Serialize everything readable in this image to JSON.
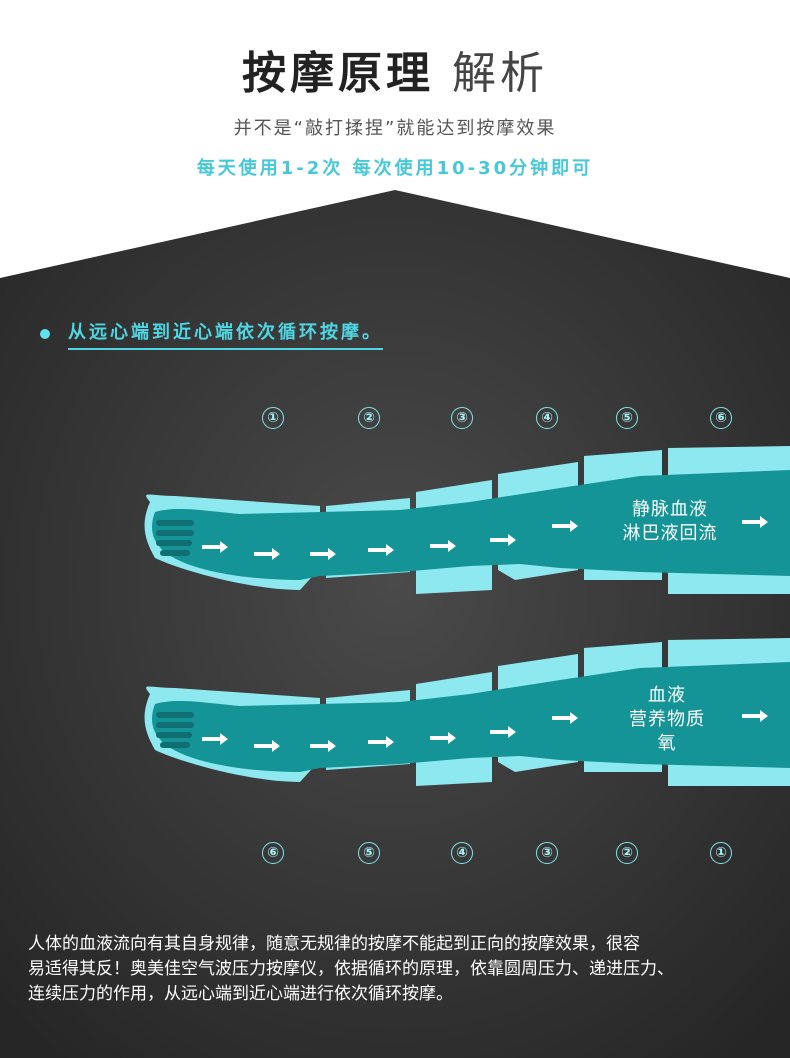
{
  "header": {
    "title_bold": "按摩原理",
    "title_light": "解析",
    "subtitle": "并不是“敲打揉捏”就能达到按摩效果",
    "usage": "每天使用1-2次 每次使用10-30分钟即可"
  },
  "section": {
    "bullet": "从远心端到近心端依次循环按摩。"
  },
  "legs": {
    "top_numbers": [
      "①",
      "②",
      "③",
      "④",
      "⑤",
      "⑥"
    ],
    "top_label_lines": [
      "静脉血液",
      "淋巴液回流"
    ],
    "bottom_numbers": [
      "⑥",
      "⑤",
      "④",
      "③",
      "②",
      "①"
    ],
    "bottom_label_lines": [
      "血液",
      "营养物质",
      "氧"
    ]
  },
  "description": {
    "lines": [
      "人体的血液流向有其自身规律，随意无规律的按摩不能起到正向的按摩效果，很容",
      "易适得其反！奥美佳空气波压力按摩仪，依据循环的原理，依靠圆周压力、递进压力、",
      "连续压力的作用，从远心端到近心端进行依次循环按摩。"
    ]
  },
  "colors": {
    "accent": "#45c9d9",
    "cuff": "#8ee8f0",
    "leg": "#149497",
    "background_dark": "#3a3a3a"
  },
  "icons": [
    "flow-arrow-icon",
    "bullet-dot-icon"
  ]
}
